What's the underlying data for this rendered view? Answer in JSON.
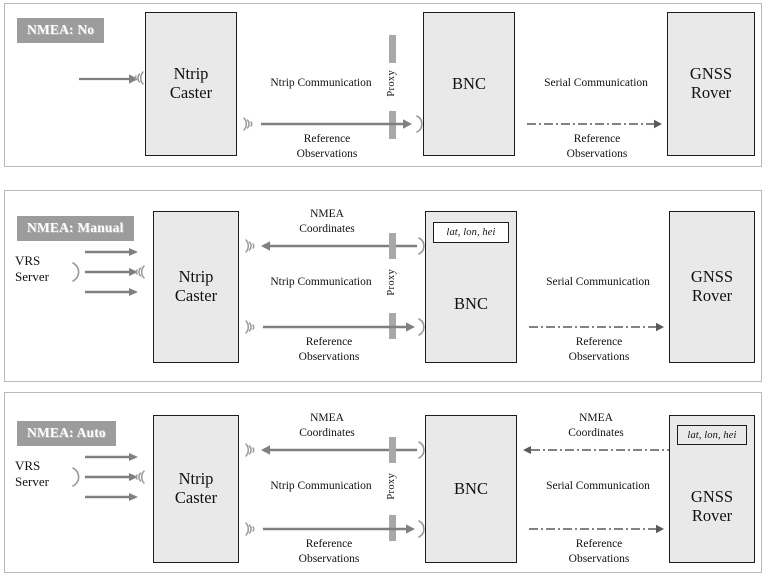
{
  "figure": {
    "title": "NMEA handling modes between Ntrip Caster, BNC and GNSS Rover",
    "colors": {
      "badge_bg": "#9c9c9c",
      "badge_text": "#ffffff",
      "node_fill": "#e9e9e9",
      "node_border": "#1c1c1c",
      "panel_border": "#b9b9b9",
      "solid_arrow": "#808080",
      "dashed_arrow": "#5a5a5a",
      "proxy_bar": "#a8a8a8"
    }
  },
  "panels": [
    {
      "badge": "NMEA: No",
      "nodes": {
        "caster": [
          "Ntrip",
          "Caster"
        ],
        "bnc": [
          "BNC"
        ],
        "rover": [
          "GNSS",
          "Rover"
        ]
      },
      "proxy_label": "Proxy",
      "labels": {
        "ntrip_comm": "Ntrip Communication",
        "serial_comm": "Serial Communication",
        "ref_obs_left": [
          "Reference",
          "Observations"
        ],
        "ref_obs_right": [
          "Reference",
          "Observations"
        ]
      },
      "has_vrs": false,
      "vrs": null,
      "has_nmea_left": false,
      "nmea_left": null,
      "has_nmea_right": false,
      "nmea_right": null,
      "bnc_coords": null,
      "rover_coords": null
    },
    {
      "badge": "NMEA: Manual",
      "nodes": {
        "caster": [
          "Ntrip",
          "Caster"
        ],
        "bnc": [
          "BNC"
        ],
        "rover": [
          "GNSS",
          "Rover"
        ]
      },
      "proxy_label": "Proxy",
      "labels": {
        "ntrip_comm": "Ntrip Communication",
        "serial_comm": "Serial Communication",
        "ref_obs_left": [
          "Reference",
          "Observations"
        ],
        "ref_obs_right": [
          "Reference",
          "Observations"
        ]
      },
      "has_vrs": true,
      "vrs": [
        "VRS",
        "Server"
      ],
      "has_nmea_left": true,
      "nmea_left": [
        "NMEA",
        "Coordinates"
      ],
      "has_nmea_right": false,
      "nmea_right": null,
      "bnc_coords": "lat, lon, hei",
      "rover_coords": null
    },
    {
      "badge": "NMEA: Auto",
      "nodes": {
        "caster": [
          "Ntrip",
          "Caster"
        ],
        "bnc": [
          "BNC"
        ],
        "rover": [
          "GNSS",
          "Rover"
        ]
      },
      "proxy_label": "Proxy",
      "labels": {
        "ntrip_comm": "Ntrip Communication",
        "serial_comm": "Serial Communication",
        "ref_obs_left": [
          "Reference",
          "Observations"
        ],
        "ref_obs_right": [
          "Reference",
          "Observations"
        ]
      },
      "has_vrs": true,
      "vrs": [
        "VRS",
        "Server"
      ],
      "has_nmea_left": true,
      "nmea_left": [
        "NMEA",
        "Coordinates"
      ],
      "has_nmea_right": true,
      "nmea_right": [
        "NMEA",
        "Coordinates"
      ],
      "bnc_coords": null,
      "rover_coords": "lat, lon, hei"
    }
  ]
}
